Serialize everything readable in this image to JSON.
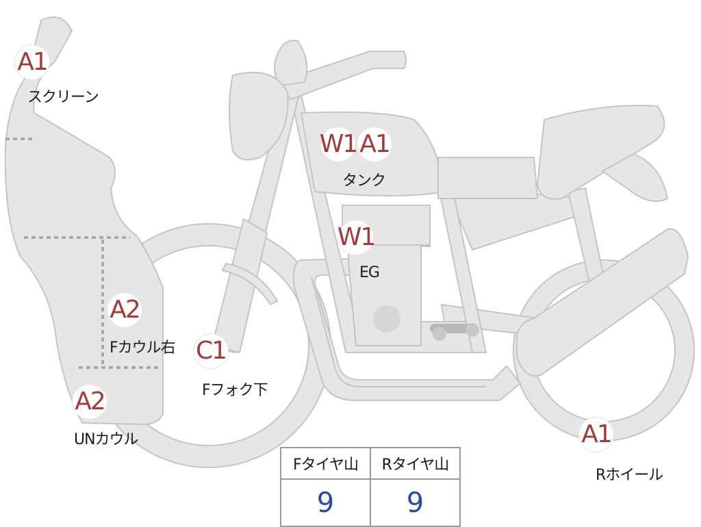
{
  "badges": {
    "screen": "A1",
    "tank_w": "W1",
    "tank_a": "A1",
    "engine": "W1",
    "fcowl_right": "A2",
    "under_cowl": "A2",
    "ffork": "C1",
    "rwheel": "A1"
  },
  "labels": {
    "screen": "スクリーン",
    "tank": "タンク",
    "engine": "EG",
    "fcowl_right": "Fカウル右",
    "ffork": "Fフォク下",
    "under_cowl": "UNカウル",
    "rwheel": "Rホイール"
  },
  "tire_table": {
    "front_header": "Fタイヤ山",
    "rear_header": "Rタイヤ山",
    "front_value": "9",
    "rear_value": "9"
  },
  "colors": {
    "part_fill": "#e6e6e6",
    "part_outline": "#c4c4c4",
    "badge_text": "#a33a3a",
    "value_text": "#2a4aa0"
  }
}
